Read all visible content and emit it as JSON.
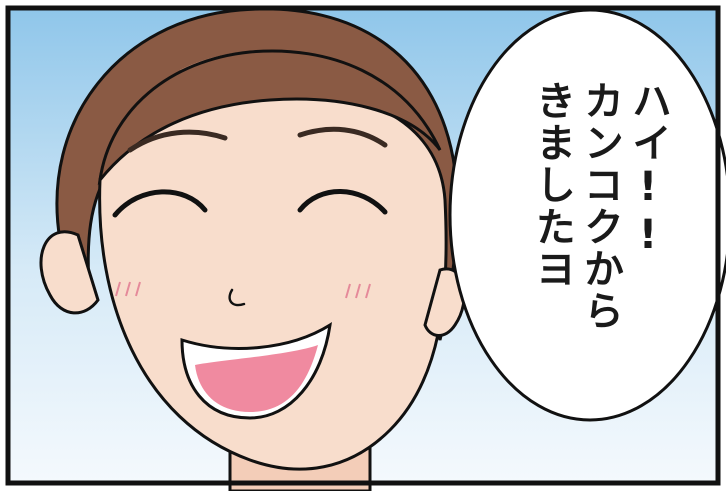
{
  "speech_bubble": {
    "lines": [
      "ハイ!!",
      "カンコクから",
      "きましたヨ"
    ]
  },
  "colors": {
    "sky_top": "#8fc6ea",
    "sky_bottom": "#f4f9fd",
    "skin": "#f8ddcc",
    "hair": "#8a5a44",
    "mouth": "#f08aa0",
    "outline": "#111111"
  }
}
